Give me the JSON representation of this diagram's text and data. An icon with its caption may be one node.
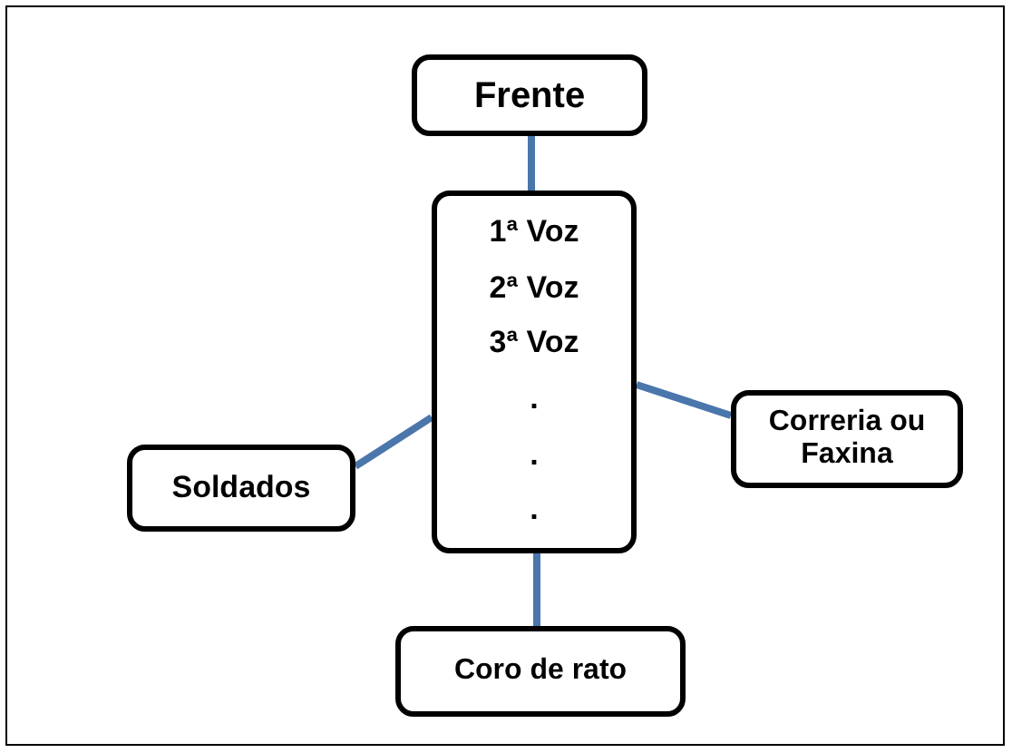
{
  "diagram": {
    "nodes": [
      {
        "text": [
          "Frente"
        ]
      },
      {
        "text": [
          "1ª Voz",
          "2ª Voz",
          "3ª Voz",
          ".",
          ".",
          "."
        ]
      },
      {
        "text": [
          "Soldados"
        ]
      },
      {
        "text": [
          "Correria ou Faxina"
        ]
      },
      {
        "text": [
          "Coro de rato"
        ]
      }
    ],
    "edges": [
      {
        "from": 0,
        "to": 1,
        "arrow": "none"
      },
      {
        "from": 1,
        "to": 2,
        "arrow": "none"
      },
      {
        "from": 1,
        "to": 3,
        "arrow": "none"
      },
      {
        "from": 1,
        "to": 4,
        "arrow": "none"
      }
    ]
  }
}
